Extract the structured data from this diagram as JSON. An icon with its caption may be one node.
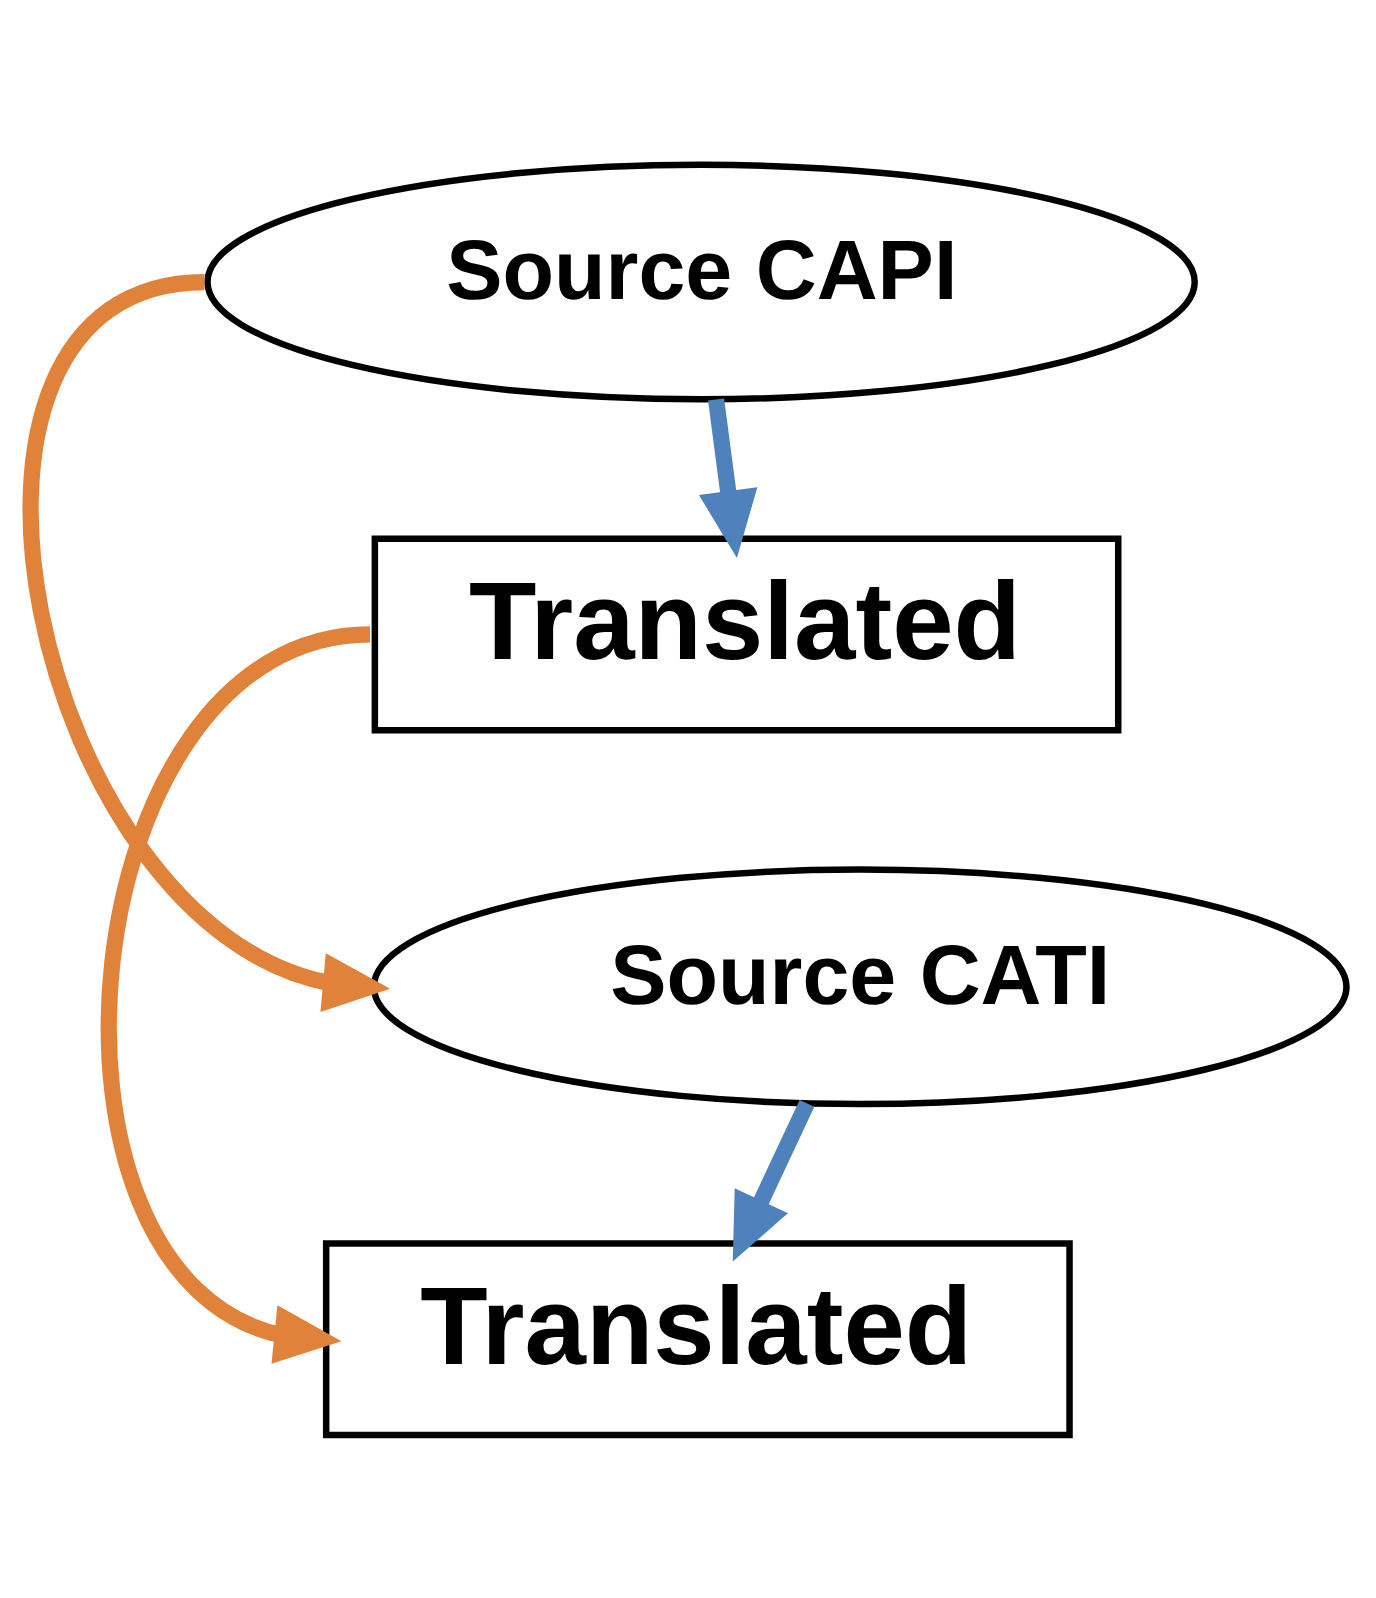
{
  "diagram": {
    "nodes": [
      {
        "text": [
          "Source CAPI"
        ]
      },
      {
        "text": [
          "Translated"
        ]
      },
      {
        "text": [
          "Source CATI"
        ]
      },
      {
        "text": [
          "Translated"
        ]
      }
    ],
    "edges": [
      {
        "from": 0,
        "to": 1,
        "arrow": "to",
        "color": "#4f81bd"
      },
      {
        "from": 0,
        "to": 2,
        "arrow": "to",
        "color": "#e0823a"
      },
      {
        "from": 1,
        "to": 3,
        "arrow": "to",
        "color": "#e0823a"
      },
      {
        "from": 2,
        "to": 3,
        "arrow": "to",
        "color": "#4f81bd"
      }
    ]
  }
}
